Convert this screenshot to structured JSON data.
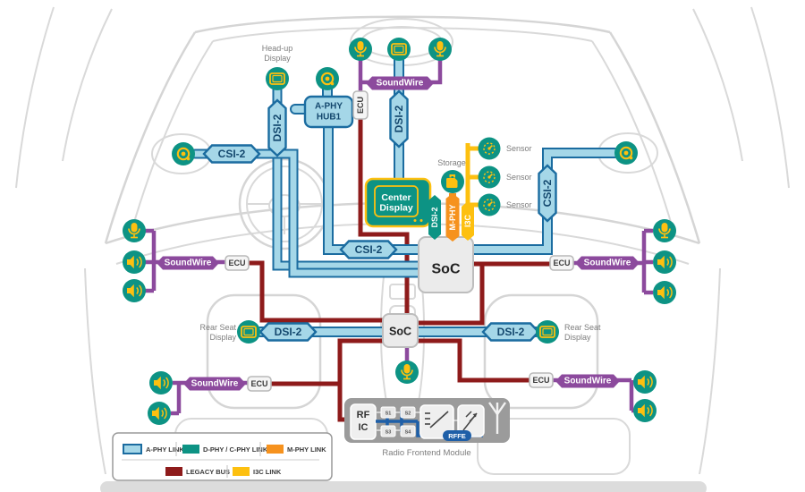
{
  "diagram": {
    "description": "In-vehicle connectivity architecture diagram",
    "labels": {
      "soundwire": "SoundWire",
      "ecu": "ECU",
      "soc": "SoC",
      "csi2": "CSI-2",
      "dsi2": "DSI-2",
      "mphy": "M-PHY",
      "i3c": "I3C",
      "aphy_hub_line1": "A-PHY",
      "aphy_hub_line2": "HUB1",
      "headup_line1": "Head-up",
      "headup_line2": "Display",
      "center_display_line1": "Center",
      "center_display_line2": "Display",
      "rear_seat_line1": "Rear Seat",
      "rear_seat_line2": "Display",
      "storage": "Storage",
      "sensor": "Sensor",
      "rf_ic_line1": "RF",
      "rf_ic_line2": "IC",
      "s1": "S1",
      "s2": "S2",
      "s3": "S3",
      "s4": "S4",
      "rffe": "RFFE",
      "module_caption": "Radio Frontend Module"
    },
    "legend": {
      "row1": [
        {
          "label": "A-PHY LINK",
          "swatch": "#A5D7E8",
          "border": "#1B6CA0"
        },
        {
          "label": "D-PHY / C-PHY LINK",
          "swatch": "#0D9384"
        },
        {
          "label": "M-PHY LINK",
          "swatch": "#F6921E"
        }
      ],
      "row2": [
        {
          "label": "LEGACY BUS",
          "swatch": "#8E1B1B"
        },
        {
          "label": "I3C LINK",
          "swatch": "#FDC010"
        }
      ]
    },
    "colors": {
      "aphy_link_fill": "#A5D7E8",
      "aphy_link_border": "#1B6CA0",
      "dphy_cphy_link": "#0D9384",
      "mphy_link": "#F6921E",
      "i3c_link": "#FDC010",
      "legacy_bus": "#8E1B1B",
      "soundwire": "#8C4A9D",
      "rffe_blue": "#1E5FA8",
      "node_teal": "#0D9384",
      "icon_yellow": "#FDC010"
    }
  }
}
